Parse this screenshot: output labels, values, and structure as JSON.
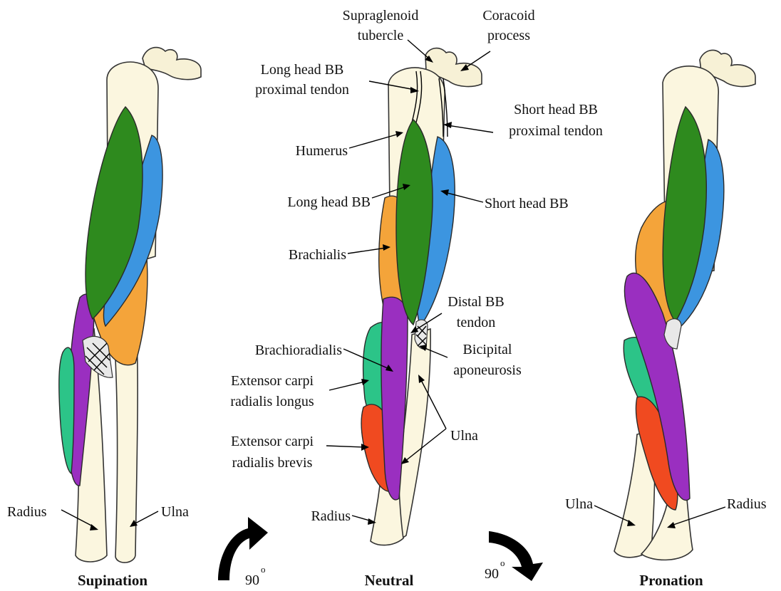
{
  "colors": {
    "long_head_bb": "#2e8a1e",
    "short_head_bb": "#3c95e0",
    "brachialis": "#f4a43a",
    "brachioradialis": "#9a2fc0",
    "ecr_longus": "#2cc488",
    "ecr_brevis": "#f04a20",
    "bone": "#fbf6df"
  },
  "labels": {
    "supraglenoid_1": "Supraglenoid",
    "supraglenoid_2": "tubercle",
    "coracoid_1": "Coracoid",
    "coracoid_2": "process",
    "long_head_tendon_1": "Long head BB",
    "long_head_tendon_2": "proximal tendon",
    "short_head_tendon_1": "Short head BB",
    "short_head_tendon_2": "proximal tendon",
    "humerus": "Humerus",
    "long_head_bb": "Long head BB",
    "short_head_bb": "Short head BB",
    "brachialis": "Brachialis",
    "distal_bb_1": "Distal BB",
    "distal_bb_2": "tendon",
    "brachioradialis": "Brachioradialis",
    "bicipital_1": "Bicipital",
    "bicipital_2": "aponeurosis",
    "ecrl_1": "Extensor carpi",
    "ecrl_2": "radialis longus",
    "ecrb_1": "Extensor carpi",
    "ecrb_2": "radialis brevis",
    "ulna_mid": "Ulna",
    "radius_mid": "Radius",
    "radius_left": "Radius",
    "ulna_left": "Ulna",
    "ulna_right": "Ulna",
    "radius_right": "Radius"
  },
  "captions": {
    "supination": "Supination",
    "neutral": "Neutral",
    "pronation": "Pronation"
  },
  "rotations": {
    "left_value": "90",
    "right_value": "90",
    "unit": "o"
  }
}
